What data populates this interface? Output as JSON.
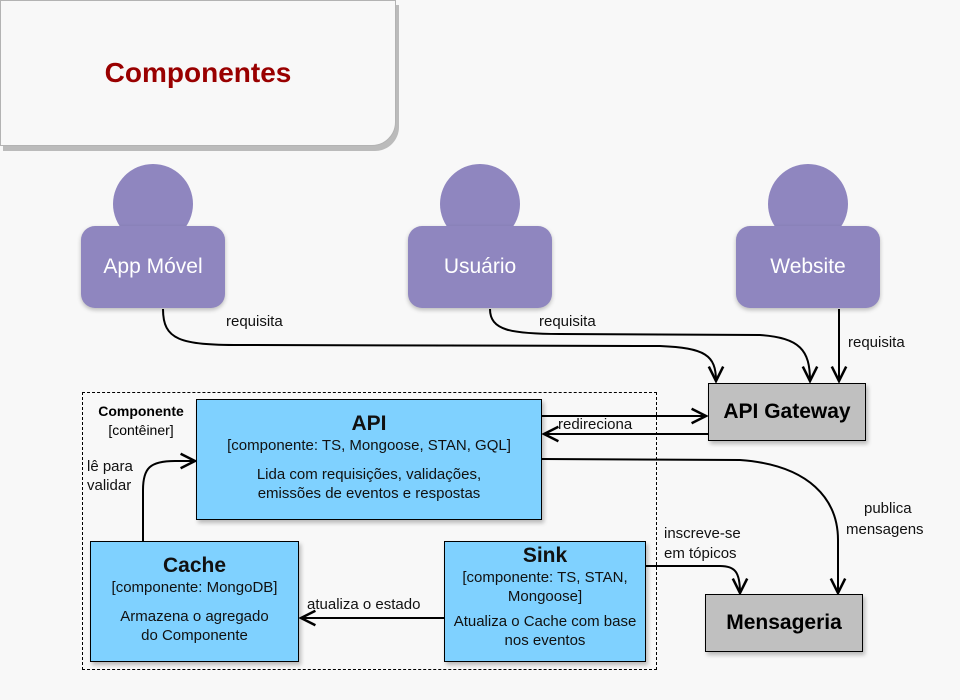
{
  "title": "Componentes",
  "people": [
    {
      "id": "app-movel",
      "label": "App Móvel"
    },
    {
      "id": "usuario",
      "label": "Usuário"
    },
    {
      "id": "website",
      "label": "Website"
    }
  ],
  "boundary": {
    "name": "Componente",
    "type": "[contêiner]"
  },
  "components": {
    "api": {
      "name": "API",
      "tech": "[componente: TS, Mongoose, STAN, GQL]",
      "desc": "Lida com requisições, validações, emissões de eventos e respostas"
    },
    "cache": {
      "name": "Cache",
      "tech": "[componente: MongoDB]",
      "desc": "Armazena o agregado do Componente"
    },
    "sink": {
      "name": "Sink",
      "tech": "[componente: TS, STAN, Mongoose]",
      "desc": "Atualiza o Cache com base nos eventos"
    }
  },
  "external": {
    "gateway": "API Gateway",
    "messaging": "Mensageria"
  },
  "edges": {
    "app_req": "requisita",
    "user_req": "requisita",
    "web_req": "requisita",
    "redirect": "redireciona",
    "read_validate_1": "lê para",
    "read_validate_2": "validar",
    "publish_1": "publica",
    "publish_2": "mensagens",
    "subscribe_1": "inscreve-se",
    "subscribe_2": "em tópicos",
    "update_state": "atualiza o estado"
  },
  "colors": {
    "title": "#990000",
    "person": "#8f86bf",
    "component": "#7fd1ff",
    "external": "#c0c0c0"
  }
}
